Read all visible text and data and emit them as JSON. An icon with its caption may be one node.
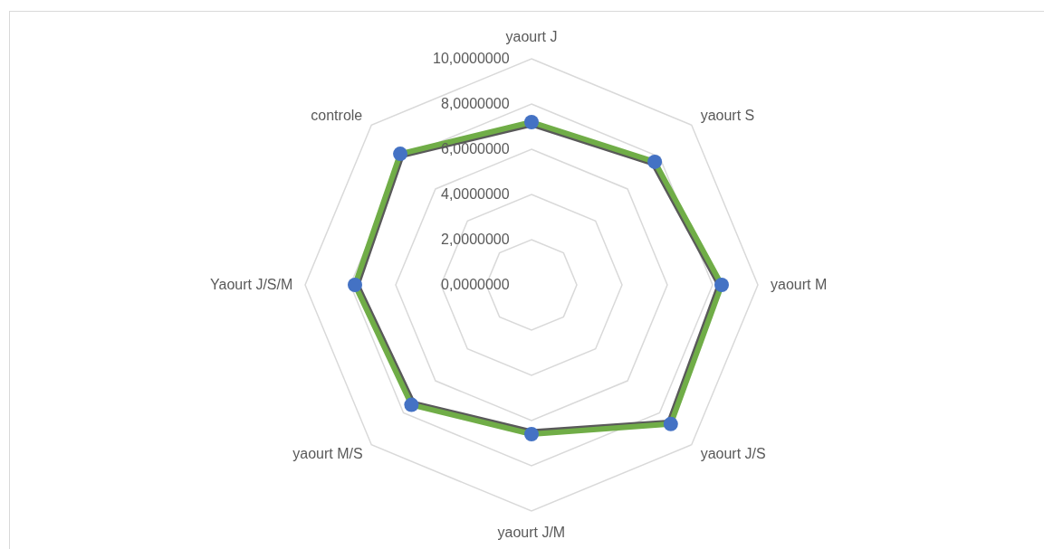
{
  "diagram": {
    "labels": [
      "yaourt J",
      "10,0000000",
      "8,0000000",
      "controle",
      "yaourt S",
      "6,0000000",
      "4,0000000",
      "2,0000000",
      "Yaourt J/S/M",
      "0,0000000",
      "yaourt M",
      "yaourt M/S",
      "yaourt J/S",
      "yaourt J/M"
    ]
  }
}
